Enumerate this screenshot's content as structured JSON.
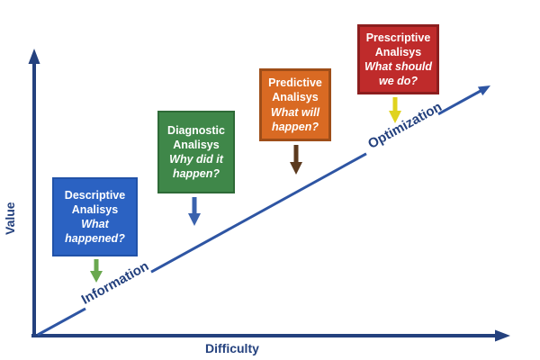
{
  "axes": {
    "y_label": "Value",
    "x_label": "Difficulty",
    "color": "#24417e"
  },
  "trend": {
    "information_label": "Information",
    "optimization_label": "Optimization",
    "line_color": "#2e55a3",
    "label_color": "#24417e"
  },
  "stages": [
    {
      "title": "Descriptive Analisys",
      "question": "What happened?",
      "box_color": "#2b62c2",
      "border_color": "#2152a8",
      "arrow_icon": "down-arrow",
      "arrow_color": "#6aa84f"
    },
    {
      "title": "Diagnostic Analisys",
      "question": "Why did it happen?",
      "box_color": "#3f8749",
      "border_color": "#2e6a37",
      "arrow_icon": "down-arrow",
      "arrow_color": "#3a62ad"
    },
    {
      "title": "Predictive Analisys",
      "question": "What will happen?",
      "box_color": "#d96a23",
      "border_color": "#9e4e19",
      "arrow_icon": "down-arrow",
      "arrow_color": "#5c3a1e"
    },
    {
      "title": "Prescriptive Analisys",
      "question": "What should we do?",
      "box_color": "#bf2b2b",
      "border_color": "#8c1e1e",
      "arrow_icon": "down-arrow",
      "arrow_color": "#e0d31e"
    }
  ]
}
